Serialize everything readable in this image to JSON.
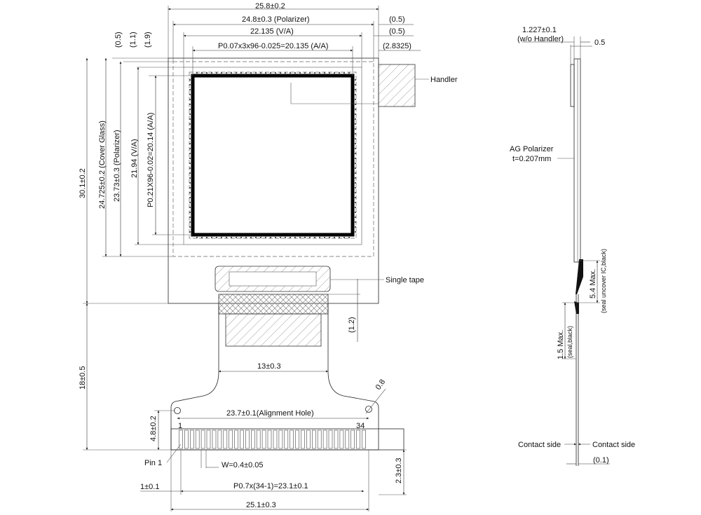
{
  "front_view": {
    "top_dims": {
      "total_width": "25.8±0.2",
      "polarizer_width": "24.8±0.3 (Polarizer)",
      "va_width": "22.135 (V/A)",
      "aa_width": "P0.07x3x96-0.025=20.135 (A/A)",
      "offset_a": "(0.5)",
      "offset_b": "(0.5)",
      "offset_c": "(2.8325)"
    },
    "left_offsets": {
      "a": "(0.5)",
      "b": "(1.1)",
      "c": "(1.9)"
    },
    "left_dims": {
      "total_height": "30.1±0.2",
      "cover_glass": "24.725±0.2 (Cover Glass)",
      "polarizer_height": "23.73±0.3 (Polarizer)",
      "va_height": "21.94 (V/A)",
      "aa_height": "P0.21X96-0.02=20.14 (A/A)",
      "fpc_length": "18±0.5",
      "pin_region": "4.8±0.2",
      "pin_offset": "1±0.1"
    },
    "handler_label": "Handler",
    "single_tape_label": "Single tape",
    "tape_gap": "(1.2)",
    "fpc_width": "13±0.3",
    "hole_dia": "0.8",
    "alignment_hole": "23.7±0.1(Alignment Hole)",
    "pin_first": "1",
    "pin_last": "34",
    "pin1_label": "Pin 1",
    "pin_width": "W=0.4±0.05",
    "pin_pitch": "P0.7x(34-1)=23.1±0.1",
    "tail_width": "25.1±0.3",
    "tail_height": "2.3±0.3",
    "pin_count": 34
  },
  "side_view": {
    "thickness": "1.227±0.1",
    "thickness_note": "(w/o Handler)",
    "handler_thickness": "0.5",
    "polarizer_label": "AG Polarizer",
    "polarizer_t": "t=0.207mm",
    "ic_max": "5.4 Max.",
    "ic_note": "(seal uncover IC,black)",
    "seal_max": "1.5 Max.",
    "seal_note": "(seal,black)",
    "contact_left": "Contact side",
    "contact_right": "Contact side",
    "tail_t": "(0.1)"
  }
}
